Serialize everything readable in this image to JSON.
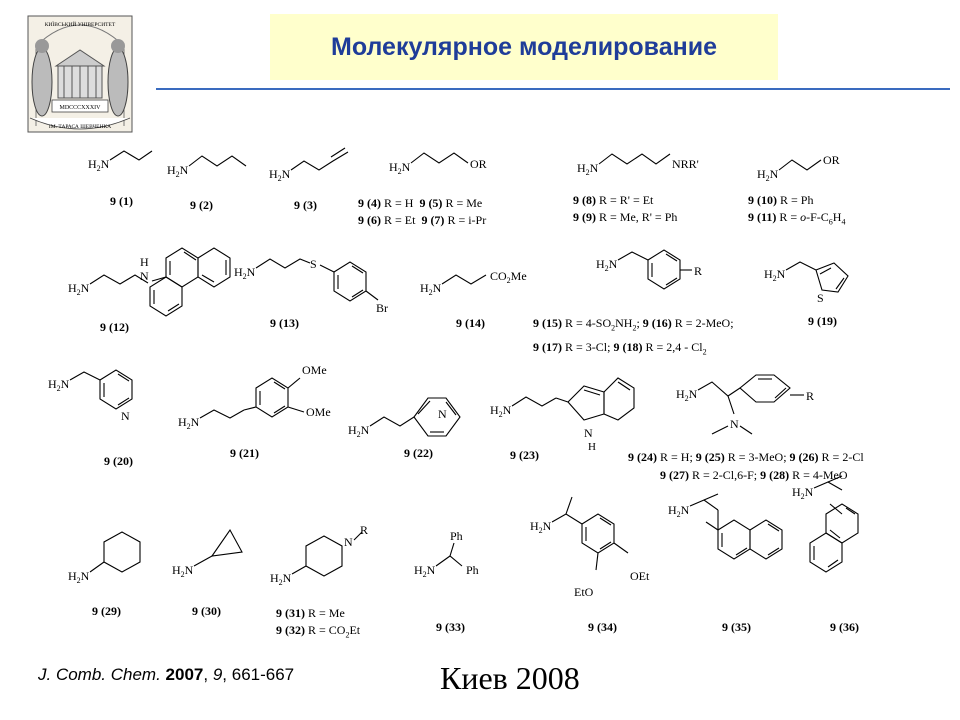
{
  "title": "Молекулярное моделирование",
  "seal": {
    "top_text": "КИЇВСЬКИЙ УНІВЕРСИТЕТ",
    "year_text": "MDCCCXXXIV",
    "bottom_text": "ІМ. ТАРАСА ШЕВЧЕНКА"
  },
  "compounds": {
    "c1": "9 (1)",
    "c2": "9 (2)",
    "c3": "9 (3)",
    "c4": "9 (4)",
    "c5": "9 (5)",
    "c6": "9 (6)",
    "c7": "9 (7)",
    "c8": "9 (8)",
    "c9": "9 (9)",
    "c10": "9 (10)",
    "c11": "9 (11)",
    "c12": "9 (12)",
    "c13": "9 (13)",
    "c14": "9 (14)",
    "c15": "9 (15)",
    "c16": "9 (16)",
    "c17": "9 (17)",
    "c18": "9 (18)",
    "c19": "9 (19)",
    "c20": "9 (20)",
    "c21": "9 (21)",
    "c22": "9 (22)",
    "c23": "9 (23)",
    "c24": "9 (24)",
    "c25": "9 (25)",
    "c26": "9 (26)",
    "c27": "9 (27)",
    "c28": "9 (28)",
    "c29": "9 (29)",
    "c30": "9 (30)",
    "c31": "9 (31)",
    "c32": "9 (32)",
    "c33": "9 (33)",
    "c34": "9 (34)",
    "c35": "9 (35)",
    "c36": "9 (36)"
  },
  "substituents": {
    "s4": "R = H",
    "s5": "R = Me",
    "s6": "R = Et",
    "s7": "R = i-Pr",
    "s8": "R = R' = Et",
    "s9": "R = Me, R' = Ph",
    "s10": "R = Ph",
    "s11_pre": "R = ",
    "s11_o": "o",
    "s11_post": "-F-C",
    "s11_6": "6",
    "s11_h": "H",
    "s11_4": "4",
    "s15": "R = 4-SO",
    "s15_2": "2",
    "s15_nh": "NH",
    "s15_2b": "2",
    "s15_end": ";",
    "s16": "R = 2-MeO;",
    "s17": "R = 3-Cl;",
    "s18": "R = 2,4 - Cl",
    "s18_2": "2",
    "s24": "R = H;",
    "s25": "R = 3-MeO;",
    "s26": "R = 2-Cl",
    "s27": "R = 2-Cl,6-F;",
    "s28": "R = 4-MeO",
    "s31": "R = Me",
    "s32": "R = CO",
    "s32_2": "2",
    "s32_et": "Et"
  },
  "atoms": {
    "h2n": "H",
    "h2n_2": "2",
    "h2n_n": "N",
    "or": "OR",
    "nrr": "NRR'",
    "r": "R",
    "nh_h": "H",
    "n": "N",
    "s": "S",
    "br": "Br",
    "co2me": "CO",
    "co2me_2": "2",
    "co2me_me": "Me",
    "ome": "OMe",
    "oet": "OEt",
    "eto": "EtO",
    "ph": "Ph",
    "h": "H"
  },
  "reference": {
    "journal": "J. Comb. Chem.",
    "year": "2007",
    "volume": "9",
    "pages": "661-667"
  },
  "footer": "Киев 2008"
}
